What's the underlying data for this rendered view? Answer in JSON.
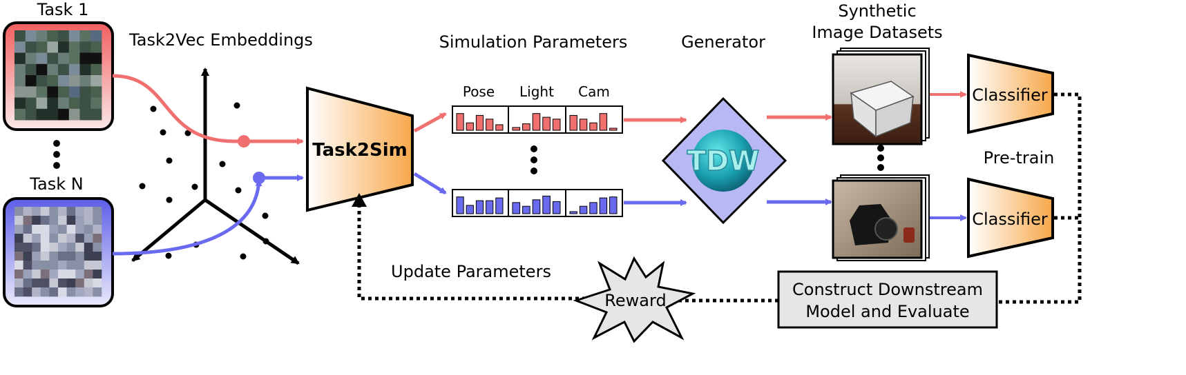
{
  "tasks": {
    "first_label": "Task 1",
    "last_label": "Task N"
  },
  "embedding_label": "Task2Vec Embeddings",
  "task2sim_label": "Task2Sim",
  "sim_params": {
    "title": "Simulation Parameters",
    "groups": [
      "Pose",
      "Light",
      "Cam"
    ],
    "vector_top": [
      [
        0.9,
        0.4,
        0.8,
        0.6,
        0.3
      ],
      [
        0.15,
        0.35,
        0.9,
        0.7,
        0.6
      ],
      [
        0.8,
        0.6,
        0.4,
        0.9,
        0.1
      ]
    ],
    "vector_bottom": [
      [
        0.9,
        0.45,
        0.7,
        0.7,
        0.85
      ],
      [
        0.6,
        0.4,
        0.75,
        0.95,
        0.65
      ],
      [
        0.1,
        0.4,
        0.6,
        0.85,
        0.9
      ]
    ]
  },
  "generator": {
    "title": "Generator",
    "logo_text": "TDW"
  },
  "datasets_title_line1": "Synthetic",
  "datasets_title_line2": "Image Datasets",
  "classifier_label": "Classifier",
  "pretrain_label": "Pre-train",
  "construct_line1": "Construct Downstream",
  "construct_line2": "Model and Evaluate",
  "reward_label": "Reward",
  "update_label": "Update Parameters",
  "colors": {
    "red": "#f07070",
    "blue": "#6a6af0",
    "orange": "#f7a84a",
    "lilac": "#b8b8f4",
    "gray": "#e6e6e6"
  }
}
